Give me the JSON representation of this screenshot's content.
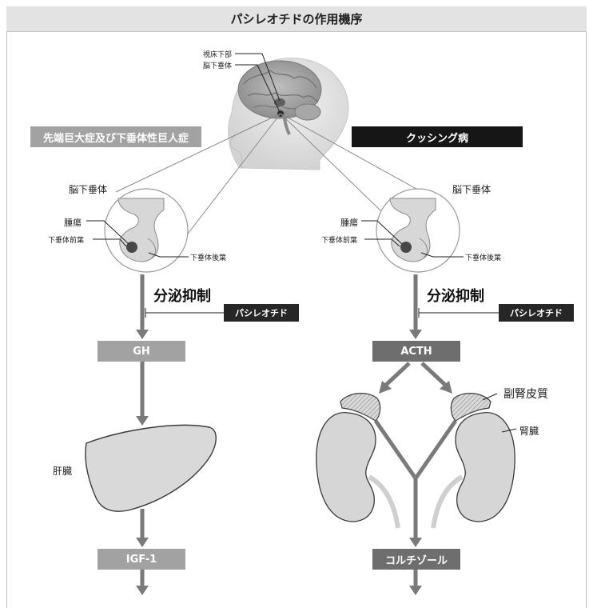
{
  "title": "パシレオチドの作用機序",
  "brain": {
    "hypothalamus_label": "視床下部",
    "pituitary_label": "脳下垂体"
  },
  "left": {
    "disease": "先端巨大症及び下垂体性巨人症",
    "gland_label": "脳下垂体",
    "tumor_label": "腫瘍",
    "anterior_label": "下垂体前葉",
    "posterior_label": "下垂体後葉",
    "inhibition": "分泌抑制",
    "drug": "パシレオチド",
    "hormone": "GH",
    "organ": "肝臓",
    "product": "IGF-1"
  },
  "right": {
    "disease": "クッシング病",
    "gland_label": "脳下垂体",
    "tumor_label": "腫瘍",
    "anterior_label": "下垂体前葉",
    "posterior_label": "下垂体後葉",
    "inhibition": "分泌抑制",
    "drug": "パシレオチド",
    "hormone": "ACTH",
    "adrenal_label": "副腎皮質",
    "kidney_label": "腎臓",
    "product": "コルチゾール"
  }
}
